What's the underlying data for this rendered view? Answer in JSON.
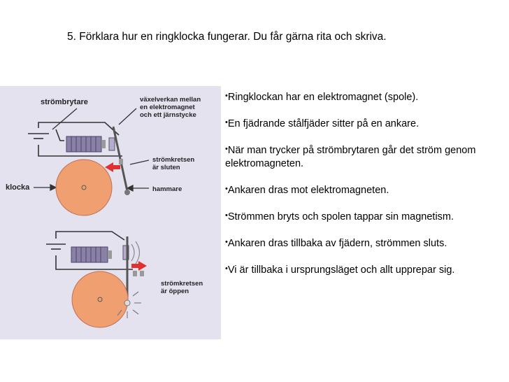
{
  "title": "5. Förklara hur en ringklocka fungerar. Du får gärna rita och skriva.",
  "figure": {
    "labels": {
      "strombrytare": "strömbrytare",
      "vaxelverkan_1": "växelverkan mellan",
      "vaxelverkan_2": "en elektromagnet",
      "vaxelverkan_3": "och ett järnstycke",
      "sluten_1": "strömkretsen",
      "sluten_2": "är sluten",
      "klocka": "klocka",
      "hammare": "hammare",
      "oppen_1": "strömkretsen",
      "oppen_2": "är öppen"
    }
  },
  "bullets": [
    "Ringklockan har en elektromagnet (spole).",
    "En fjädrande stålfjäder sitter på en ankare.",
    "När man trycker på strömbrytaren går det ström genom elektromagneten.",
    "Ankaren dras mot elektromagneten.",
    "Strömmen bryts och spolen tappar sin magnetism.",
    "Ankaren dras tillbaka av fjädern, strömmen sluts.",
    "Vi är tillbaka i ursprungsläget och allt upprepar sig."
  ],
  "colors": {
    "figure_bg": "#e4e2ef",
    "bell": "#f0a070",
    "coil": "#8a80a8",
    "arrow_red": "#e03030"
  }
}
